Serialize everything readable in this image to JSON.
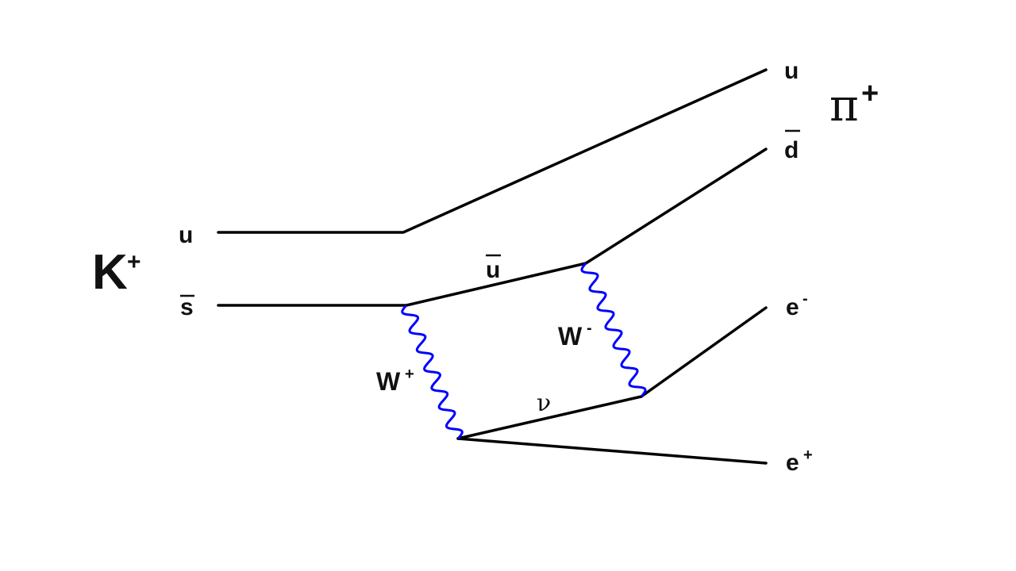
{
  "colors": {
    "fermion_line": "#000000",
    "boson_line": "#0000ff",
    "text": "#111111"
  },
  "labels": {
    "kaon": "K",
    "kaon_charge": "+",
    "pion": "π",
    "pion_charge": "+",
    "in_quark_u": "u",
    "in_antiquark_s": "s",
    "anti_u": "u",
    "out_quark_u": "u",
    "out_antiquark_d": "d",
    "w_plus": "W",
    "w_plus_charge": "+",
    "w_minus": "W",
    "w_minus_charge": "-",
    "neutrino": "ν",
    "electron": "e",
    "electron_charge": "-",
    "positron": "e",
    "positron_charge": "+"
  }
}
